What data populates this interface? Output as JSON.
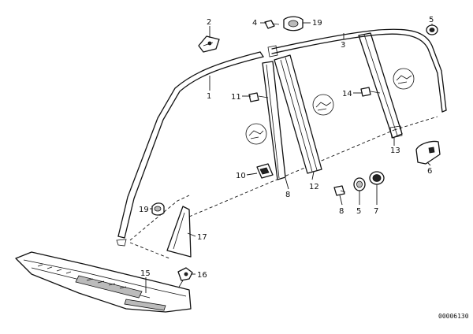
{
  "diagram": {
    "callouts": {
      "c1": "1",
      "c2": "2",
      "c3": "3",
      "c4": "4",
      "c5": "5",
      "c6": "6",
      "c7": "7",
      "c8": "8",
      "c8b": "8",
      "c10": "10",
      "c11": "11",
      "c12": "12",
      "c13": "13",
      "c14": "14",
      "c15": "15",
      "c16": "16",
      "c17": "17",
      "c19a": "19",
      "c19b": "19"
    },
    "reference_code": "00006130"
  }
}
